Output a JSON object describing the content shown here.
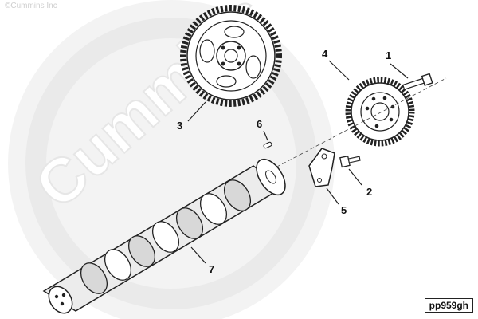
{
  "watermark": {
    "copyright": "©Cummins Inc",
    "brand": "Cummins"
  },
  "callouts": [
    "1",
    "2",
    "3",
    "4",
    "5",
    "6",
    "7"
  ],
  "reference_code": "pp959gh",
  "colors": {
    "line": "#222222",
    "watermark": "#ebebeb"
  }
}
